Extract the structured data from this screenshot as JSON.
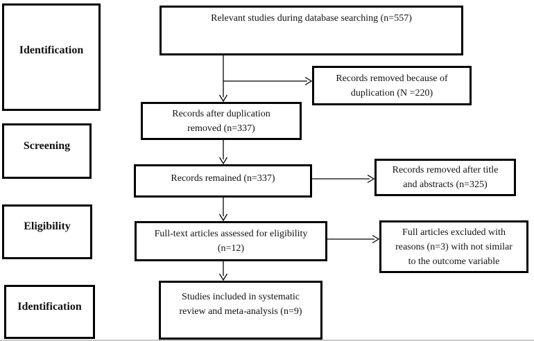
{
  "colors": {
    "background": "#ffffff",
    "line": "#000000",
    "text": "#111111",
    "bottom_rule": "#c9c9c9"
  },
  "stages": [
    {
      "label": "Identification"
    },
    {
      "label": "Screening"
    },
    {
      "label": "Eligibility"
    },
    {
      "label": "Identification"
    }
  ],
  "flow": {
    "relevant_studies": {
      "text": "Relevant studies during database searching (n=557)"
    },
    "records_after_duplication": {
      "text": "Records after duplication\nremoved (n=337)"
    },
    "records_remained": {
      "text": "Records remained (n=337)"
    },
    "fulltext_assessed": {
      "text": "Full-text articles assessed for eligibility\n(n=12)"
    },
    "studies_included": {
      "text": "Studies included in systematic\nreview and meta-analysis (n=9)"
    }
  },
  "exclusions": {
    "duplicates_removed": {
      "text": "Records removed because of\nduplication (N =220)"
    },
    "title_abstract_removed": {
      "text": "Records removed after title\nand abstracts (n=325)"
    },
    "fulltext_excluded": {
      "text": "Full articles excluded with\nreasons (n=3) with not similar\nto the outcome variable"
    }
  }
}
